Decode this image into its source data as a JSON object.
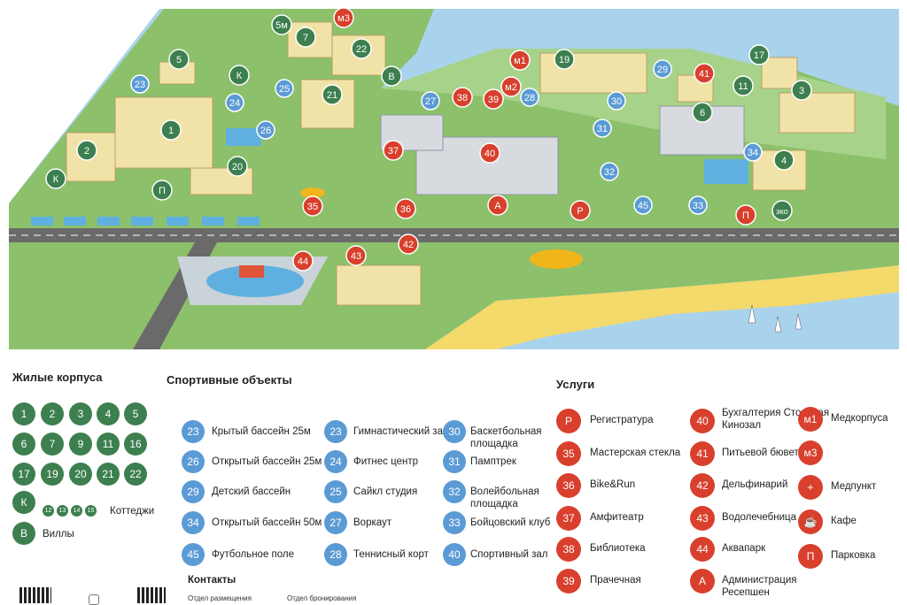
{
  "colors": {
    "green": "#3d7f4f",
    "blue": "#5b9bd5",
    "red": "#d8402d",
    "grass": "#8cc06b",
    "sea": "#a9d3ec",
    "road": "#6a6a6a",
    "sand": "#f4d96b"
  },
  "map": {
    "markers_green": [
      "1",
      "2",
      "3",
      "4",
      "5",
      "6",
      "7",
      "11",
      "17",
      "19",
      "20",
      "21",
      "22",
      "5м",
      "К",
      "К",
      "П",
      "В",
      "эко",
      "эко"
    ],
    "markers_blue": [
      "23",
      "24",
      "25",
      "26",
      "27",
      "28",
      "29",
      "30",
      "31",
      "32",
      "33",
      "34",
      "45"
    ],
    "markers_red": [
      "м3",
      "м1",
      "м2",
      "38",
      "39",
      "40",
      "41",
      "35",
      "36",
      "37",
      "42",
      "43",
      "44",
      "А",
      "Р",
      "П"
    ]
  },
  "legend": {
    "residential": {
      "title": "Жилые корпуса",
      "numbers": [
        "1",
        "2",
        "3",
        "4",
        "5",
        "6",
        "7",
        "9",
        "11",
        "16",
        "17",
        "19",
        "20",
        "21",
        "22"
      ],
      "cottages_badge": "К",
      "cottages_nums": [
        "12",
        "13",
        "14",
        "15"
      ],
      "cottages_label": "Коттеджи",
      "villas_badge": "В",
      "villas_label": "Виллы"
    },
    "sports": {
      "title": "Спортивные объекты",
      "col1": [
        {
          "num": "23",
          "label": "Крытый бассейн 25м"
        },
        {
          "num": "26",
          "label": "Открытый бассейн 25м"
        },
        {
          "num": "29",
          "label": "Детский бассейн"
        },
        {
          "num": "34",
          "label": "Открытый бассейн 50м"
        },
        {
          "num": "45",
          "label": "Футбольное поле"
        }
      ],
      "col2": [
        {
          "num": "23",
          "label": "Гимнастический зал"
        },
        {
          "num": "24",
          "label": "Фитнес центр"
        },
        {
          "num": "25",
          "label": "Сайкл студия"
        },
        {
          "num": "27",
          "label": "Воркаут"
        },
        {
          "num": "28",
          "label": "Теннисный корт"
        }
      ],
      "col3": [
        {
          "num": "30",
          "label": "Баскетбольная площадка"
        },
        {
          "num": "31",
          "label": "Памптрек"
        },
        {
          "num": "32",
          "label": "Волейбольная площадка"
        },
        {
          "num": "33",
          "label": "Бойцовский клуб"
        },
        {
          "num": "40",
          "label": "Спортивный зал"
        }
      ]
    },
    "services": {
      "title": "Услуги",
      "col1": [
        {
          "num": "Р",
          "label": "Регистратура"
        },
        {
          "num": "35",
          "label": "Мастерская стекла"
        },
        {
          "num": "36",
          "label": "Bike&Run"
        },
        {
          "num": "37",
          "label": "Амфитеатр"
        },
        {
          "num": "38",
          "label": "Библиотека"
        },
        {
          "num": "39",
          "label": "Прачечная"
        }
      ],
      "col2": [
        {
          "num": "40",
          "label": "Бухгалтерия Столовая Кинозал"
        },
        {
          "num": "41",
          "label": "Питьевой бювет"
        },
        {
          "num": "42",
          "label": "Дельфинарий"
        },
        {
          "num": "43",
          "label": "Водолечебница"
        },
        {
          "num": "44",
          "label": "Аквапарк"
        },
        {
          "num": "А",
          "label": "Администрация Ресепшен"
        }
      ],
      "col3": [
        {
          "num": "м1",
          "label": "Медкорпуса"
        },
        {
          "num": "м3",
          "label": ""
        },
        {
          "num": "+",
          "label": "Медпункт"
        },
        {
          "num": "☕",
          "label": "Кафе"
        },
        {
          "num": "П",
          "label": "Парковка"
        }
      ]
    },
    "contacts": {
      "title": "Контакты",
      "placement": "Отдел размещения",
      "booking": "Отдел бронирования"
    }
  }
}
